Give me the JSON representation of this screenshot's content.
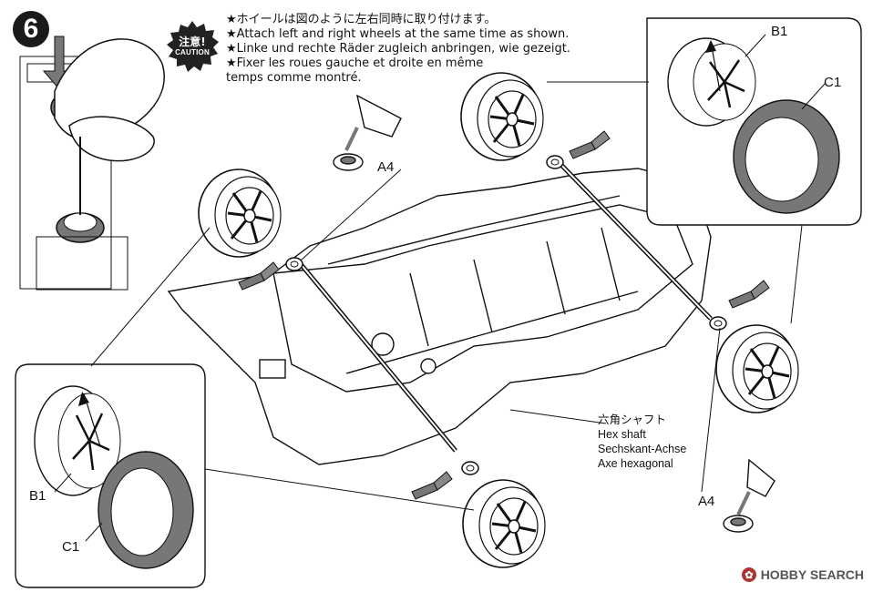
{
  "step": {
    "number": "6"
  },
  "caution": {
    "title": "注意!",
    "subtitle": "CAUTION"
  },
  "notes": [
    "★ホイールは図のように左右同時に取り付けます。",
    "★Attach left and right wheels at the same time as shown.",
    "★Linke und rechte Räder zugleich anbringen, wie gezeigt.",
    "★Fixer les roues gauche et droite en même",
    "temps comme montré."
  ],
  "labels": {
    "a4_top": "A4",
    "a4_bottom": "A4",
    "b1_top": "B1",
    "c1_top": "C1",
    "b1_bottom": "B1",
    "c1_bottom": "C1"
  },
  "hex_shaft": [
    "六角シャフト",
    "Hex shaft",
    "Sechskant-Achse",
    "Axe hexagonal"
  ],
  "watermark": {
    "text": "HOBBY SEARCH"
  },
  "colors": {
    "tire_gray": "#777777",
    "ink": "#111111",
    "bubble": "#222222"
  }
}
